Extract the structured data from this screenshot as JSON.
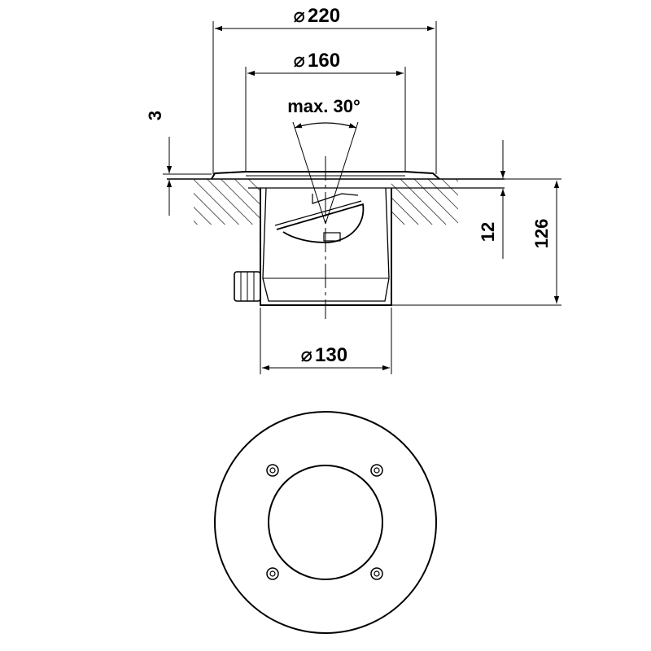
{
  "dimensions": {
    "outer_diameter": {
      "symbol": "⌀",
      "value": "220"
    },
    "inner_diameter": {
      "symbol": "⌀",
      "value": "160"
    },
    "base_diameter": {
      "symbol": "⌀",
      "value": "130"
    },
    "tilt_angle": "max. 30°",
    "flange_thickness": "3",
    "recess_depth": "12",
    "total_height": "126"
  },
  "colors": {
    "line": "#000000",
    "background": "#ffffff"
  }
}
